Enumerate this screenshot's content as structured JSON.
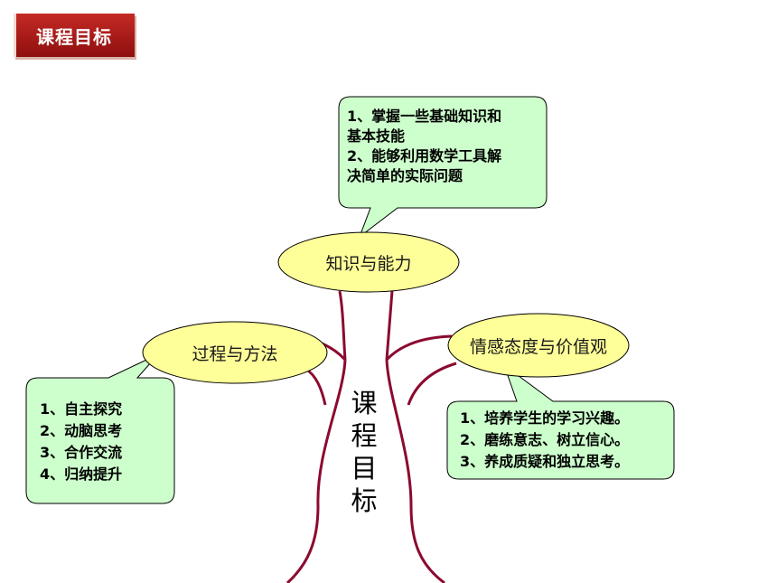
{
  "title": "课程目标",
  "nodes": {
    "knowledge": {
      "label": "知识与能力",
      "bubble": [
        "1、掌握一些基础知识和",
        "基本技能",
        "2、能够利用数学工具解",
        "决简单的实际问题"
      ]
    },
    "process": {
      "label": "过程与方法",
      "bubble": [
        "1、自主探究",
        "2、动脑思考",
        "3、合作交流",
        "4、归纳提升"
      ]
    },
    "emotion": {
      "label": "情感态度与价值观",
      "bubble": [
        "1、培养学生的学习兴趣。",
        "2、磨练意志、树立信心。",
        "3、养成质疑和独立思考。"
      ]
    }
  },
  "trunk_chars": [
    "课",
    "程",
    "目",
    "标"
  ],
  "colors": {
    "title_bg": "#b01e1e",
    "branch": "#8b0a2f",
    "ellipse_fill": "#ffff99",
    "bubble_fill": "#ccffcc"
  }
}
